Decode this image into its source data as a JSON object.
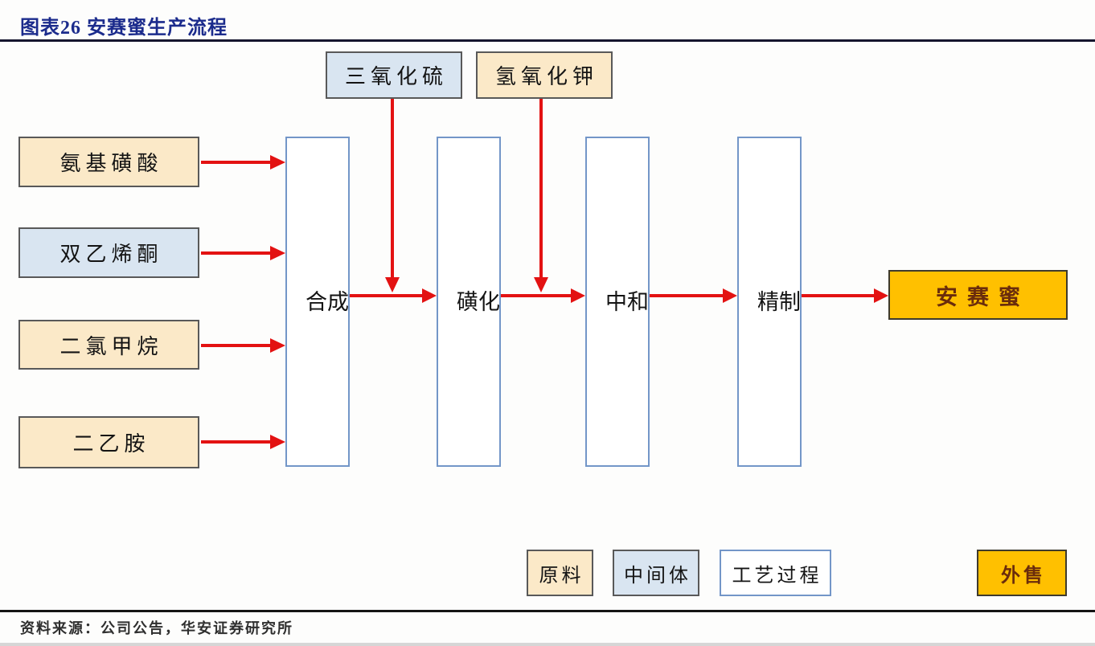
{
  "header": {
    "title": "图表26 安赛蜜生产流程"
  },
  "footer": {
    "source": "资料来源：公司公告，华安证券研究所"
  },
  "colors": {
    "raw_material_fill": "#FBE9C8",
    "intermediate_fill": "#D9E5F1",
    "process_fill": "#FFFFFF",
    "external_sale_fill": "#FFC000",
    "process_border": "#7396C8",
    "box_border": "#595959",
    "arrow_red": "#E31212",
    "title_navy": "#1B2B8C"
  },
  "diagram": {
    "inputs": [
      {
        "label": "氨基磺酸",
        "type": "raw_material"
      },
      {
        "label": "双乙烯酮",
        "type": "intermediate"
      },
      {
        "label": "二氯甲烷",
        "type": "raw_material"
      },
      {
        "label": "二乙胺",
        "type": "raw_material"
      }
    ],
    "top_inputs": [
      {
        "label": "三氧化硫",
        "type": "intermediate"
      },
      {
        "label": "氢氧化钾",
        "type": "raw_material"
      }
    ],
    "processes": [
      {
        "label": "合成"
      },
      {
        "label": "磺化"
      },
      {
        "label": "中和"
      },
      {
        "label": "精制"
      }
    ],
    "output": {
      "label": "安赛蜜",
      "type": "external_sale"
    }
  },
  "legend": [
    {
      "label": "原料",
      "type": "raw_material"
    },
    {
      "label": "中间体",
      "type": "intermediate"
    },
    {
      "label": "工艺过程",
      "type": "process"
    },
    {
      "label": "外售",
      "type": "external_sale"
    }
  ]
}
